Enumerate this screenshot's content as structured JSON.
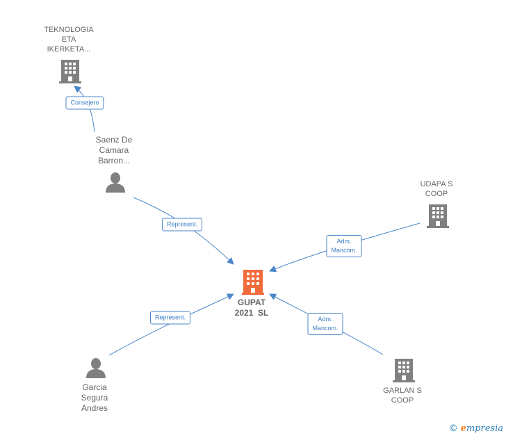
{
  "nodes": {
    "center": {
      "label": [
        "GUPAT",
        "2021  SL"
      ],
      "icon": "building-icon",
      "color": "#f26b3a"
    },
    "teknologia": {
      "label": [
        "TEKNOLOGIA",
        "ETA",
        "IKERKETA..."
      ],
      "icon": "building-icon",
      "color": "#808080"
    },
    "saenz": {
      "label": [
        "Saenz De",
        "Camara",
        "Barron..."
      ],
      "icon": "person-icon",
      "color": "#808080"
    },
    "udapa": {
      "label": [
        "UDAPA S",
        "COOP"
      ],
      "icon": "building-icon",
      "color": "#808080"
    },
    "garcia": {
      "label": [
        "Garcia",
        "Segura",
        "Andres"
      ],
      "icon": "person-icon",
      "color": "#808080"
    },
    "garlan": {
      "label": [
        "GARLAN S",
        "COOP"
      ],
      "icon": "building-icon",
      "color": "#808080"
    }
  },
  "edges": {
    "consejero": {
      "label": [
        "Consejero"
      ]
    },
    "saenz_represent": {
      "label": [
        "Represent."
      ]
    },
    "udapa_adm": {
      "label": [
        "Adm.",
        "Mancom."
      ]
    },
    "garcia_represent": {
      "label": [
        "Represent."
      ]
    },
    "garlan_adm": {
      "label": [
        "Adm.",
        "Mancom."
      ]
    }
  },
  "colors": {
    "edge": "#4a86c8"
  },
  "footer": {
    "copyright": "©",
    "brand_first": "e",
    "brand_rest": "mpresia"
  }
}
